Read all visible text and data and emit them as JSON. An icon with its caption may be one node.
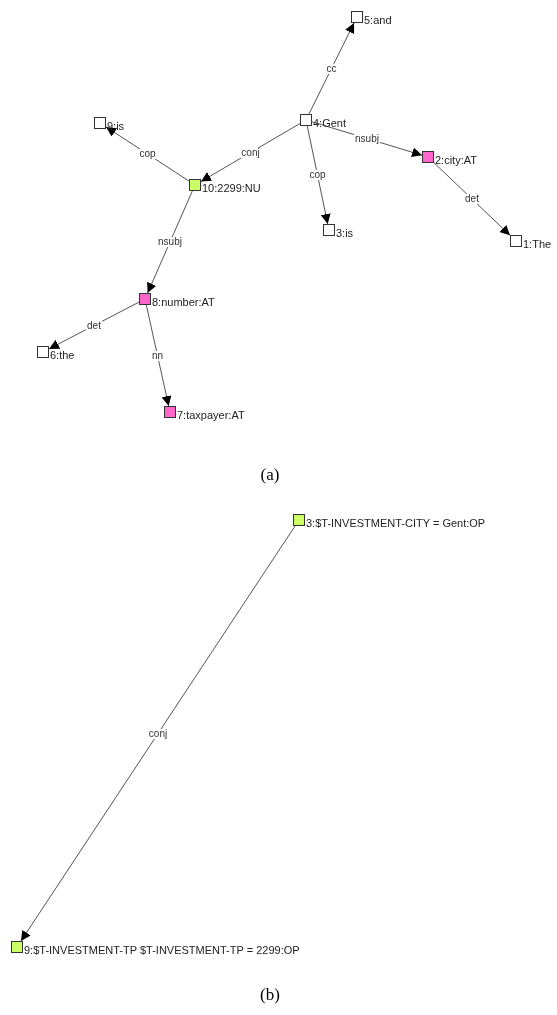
{
  "diagram": {
    "nodes": [
      {
        "text": [
          "5:and"
        ]
      },
      {
        "text": [
          "9:is"
        ]
      },
      {
        "text": [
          "4:Gent"
        ]
      },
      {
        "text": [
          "2:city:AT"
        ]
      },
      {
        "text": [
          "10:2299:NU"
        ]
      },
      {
        "text": [
          "3:is"
        ]
      },
      {
        "text": [
          "1:The"
        ]
      },
      {
        "text": [
          "8:number:AT"
        ]
      },
      {
        "text": [
          "6:the"
        ]
      },
      {
        "text": [
          "7:taxpayer:AT"
        ]
      },
      {
        "text": [
          "3:$T-INVESTMENT-CITY = Gent:OP"
        ]
      },
      {
        "text": [
          "9:$T-INVESTMENT-TP $T-INVESTMENT-TP = 2299:OP"
        ]
      }
    ],
    "edges": [
      {
        "from": 2,
        "to": 0,
        "arrow": "to",
        "label": "cc"
      },
      {
        "from": 2,
        "to": 3,
        "arrow": "to",
        "label": "nsubj"
      },
      {
        "from": 2,
        "to": 4,
        "arrow": "to",
        "label": "conj"
      },
      {
        "from": 2,
        "to": 5,
        "arrow": "to",
        "label": "cop"
      },
      {
        "from": 3,
        "to": 6,
        "arrow": "to",
        "label": "det"
      },
      {
        "from": 4,
        "to": 1,
        "arrow": "to",
        "label": "cop"
      },
      {
        "from": 4,
        "to": 7,
        "arrow": "to",
        "label": "nsubj"
      },
      {
        "from": 7,
        "to": 8,
        "arrow": "to",
        "label": "det"
      },
      {
        "from": 7,
        "to": 9,
        "arrow": "to",
        "label": "nn"
      },
      {
        "from": 10,
        "to": 11,
        "arrow": "to",
        "label": "conj"
      }
    ],
    "labels": [
      "(a)",
      "(b)"
    ]
  }
}
